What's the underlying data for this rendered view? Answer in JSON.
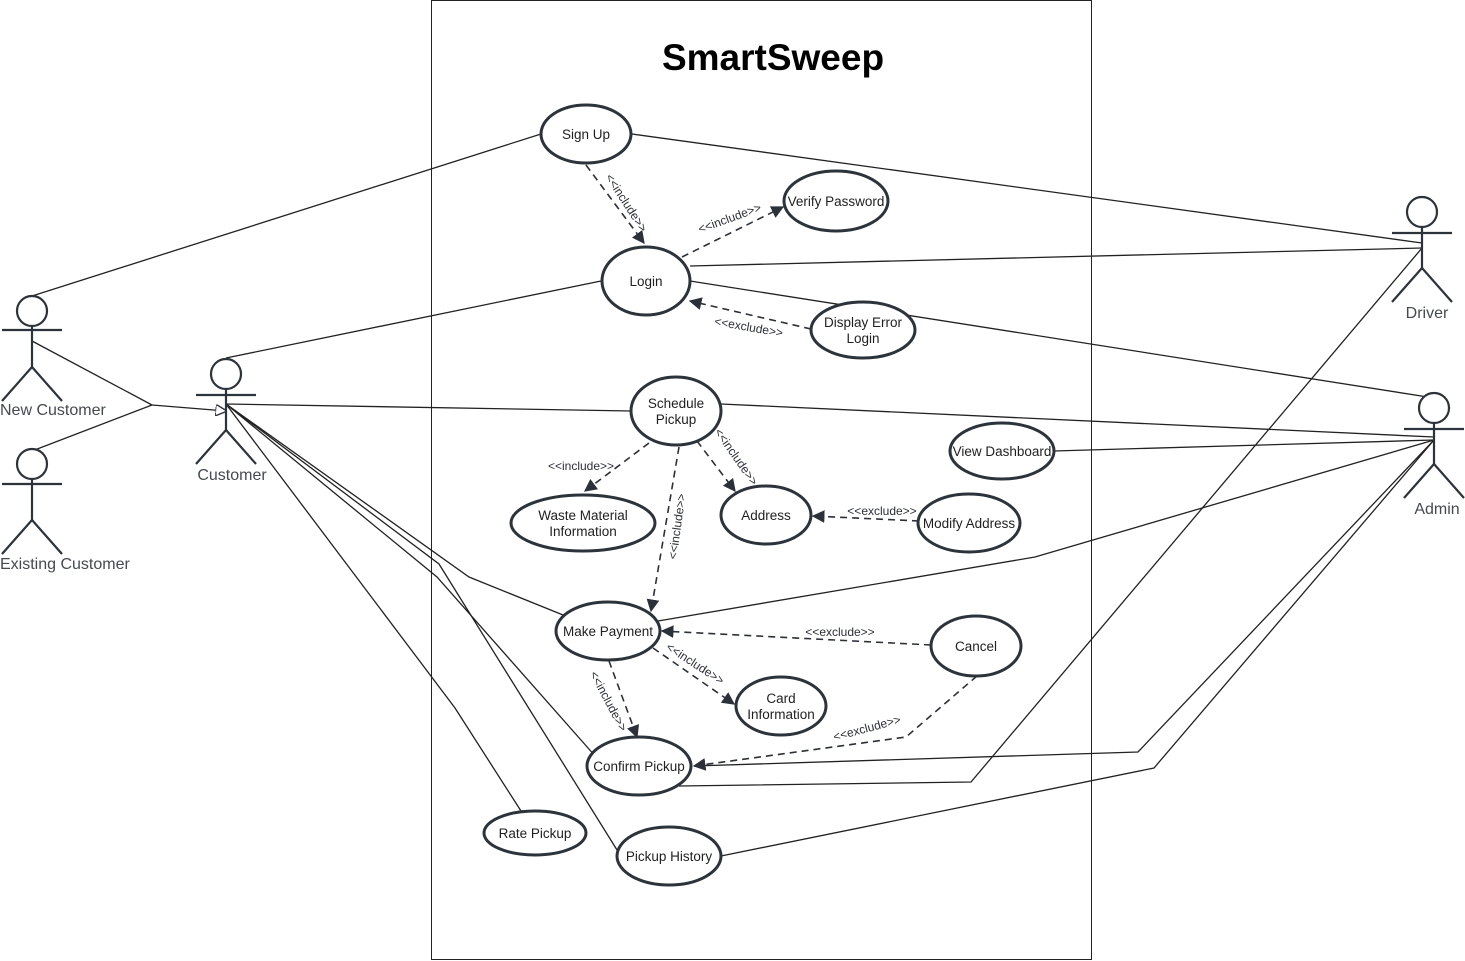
{
  "title": "SmartSweep",
  "actors": {
    "new_customer": "New Customer",
    "existing_customer": "Existing Customer",
    "customer": "Customer",
    "driver": "Driver",
    "admin": "Admin"
  },
  "use_cases": {
    "sign_up": [
      "Sign Up"
    ],
    "verify_password": [
      "Verify Password"
    ],
    "login": [
      "Login"
    ],
    "display_error": [
      "Display Error",
      "Login"
    ],
    "schedule_pickup": [
      "Schedule",
      "Pickup"
    ],
    "view_dashboard": [
      "View Dashboard"
    ],
    "waste_material": [
      "Waste Material",
      "Information"
    ],
    "address": [
      "Address"
    ],
    "modify_address": [
      "Modify Address"
    ],
    "make_payment": [
      "Make Payment"
    ],
    "cancel": [
      "Cancel"
    ],
    "card_information": [
      "Card",
      "Information"
    ],
    "confirm_pickup": [
      "Confirm Pickup"
    ],
    "rate_pickup": [
      "Rate Pickup"
    ],
    "pickup_history": [
      "Pickup History"
    ]
  },
  "relations": {
    "signup_login": "<<include>>",
    "login_verify": "<<include>>",
    "error_login": "<<exclude>>",
    "schedule_waste": "<<include>>",
    "schedule_address": "<<include>>",
    "schedule_payment": "<<include>>",
    "modify_address": "<<exclude>>",
    "cancel_payment": "<<exclude>>",
    "payment_card": "<<include>>",
    "payment_confirm": "<<include>>",
    "cancel_confirm": "<<exclude>>"
  },
  "colors": {
    "stroke": "#2d333a",
    "line": "#222222",
    "text": "#1f1f1f",
    "actor_text": "#444a4f",
    "background": "#ffffff"
  }
}
